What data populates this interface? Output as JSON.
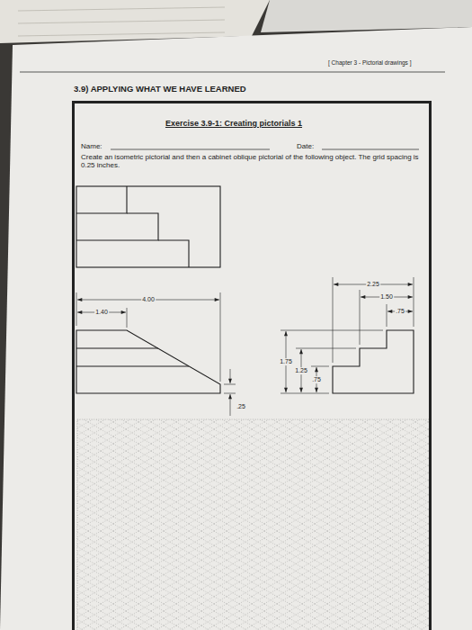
{
  "diagram": {
    "title": "3.9) APPLYING WHAT WE HAVE LEARNED",
    "nodes": [
      {
        "text": [
          "Exercise 3.9-1: Creating pictorials 1",
          "Name:",
          "Date:",
          "Create an isometric pictorial and then a cabinet oblique pictorial of the following object. The grid spacing is 0.25 inches."
        ]
      }
    ],
    "labels": [
      "[ Chapter 3 - Pictorial drawings ]",
      "4.00",
      "1.40",
      ".25",
      "2.25",
      "1.50",
      ".75",
      "1.75",
      "1.25",
      ".75"
    ]
  }
}
